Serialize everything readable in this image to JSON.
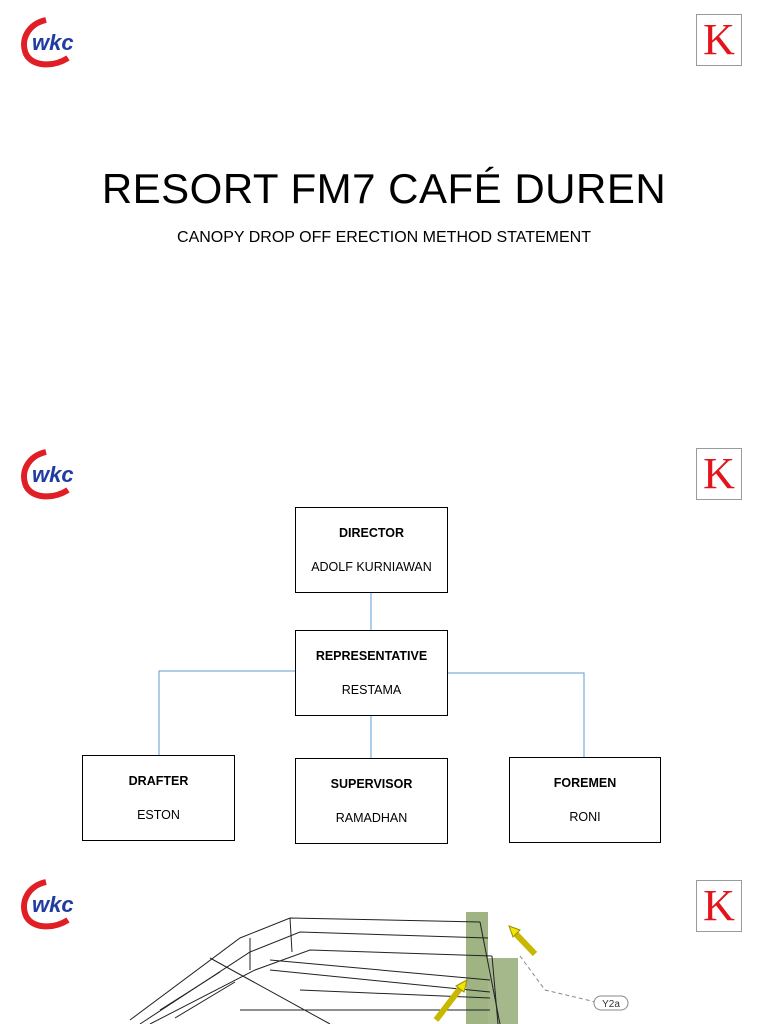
{
  "slides": [
    {
      "title": "RESORT FM7 CAFÉ DUREN",
      "subtitle": "CANOPY DROP OFF ERECTION METHOD STATEMENT"
    },
    {
      "org_chart": {
        "director": {
          "role": "DIRECTOR",
          "name": "ADOLF KURNIAWAN"
        },
        "representative": {
          "role": "REPRESENTATIVE",
          "name": "RESTAMA"
        },
        "drafter": {
          "role": "DRAFTER",
          "name": "ESTON"
        },
        "supervisor": {
          "role": "SUPERVISOR",
          "name": "RAMADHAN"
        },
        "foremen": {
          "role": "FOREMEN",
          "name": "RONI"
        }
      }
    },
    {
      "drawing_label": "Y2a"
    }
  ],
  "logos": {
    "left": "wkc",
    "right": "K"
  },
  "colors": {
    "wkc_blue": "#1f3c9e",
    "wkc_red": "#e01e25",
    "k_red": "#e3141b",
    "connector": "#5b9bd5"
  }
}
